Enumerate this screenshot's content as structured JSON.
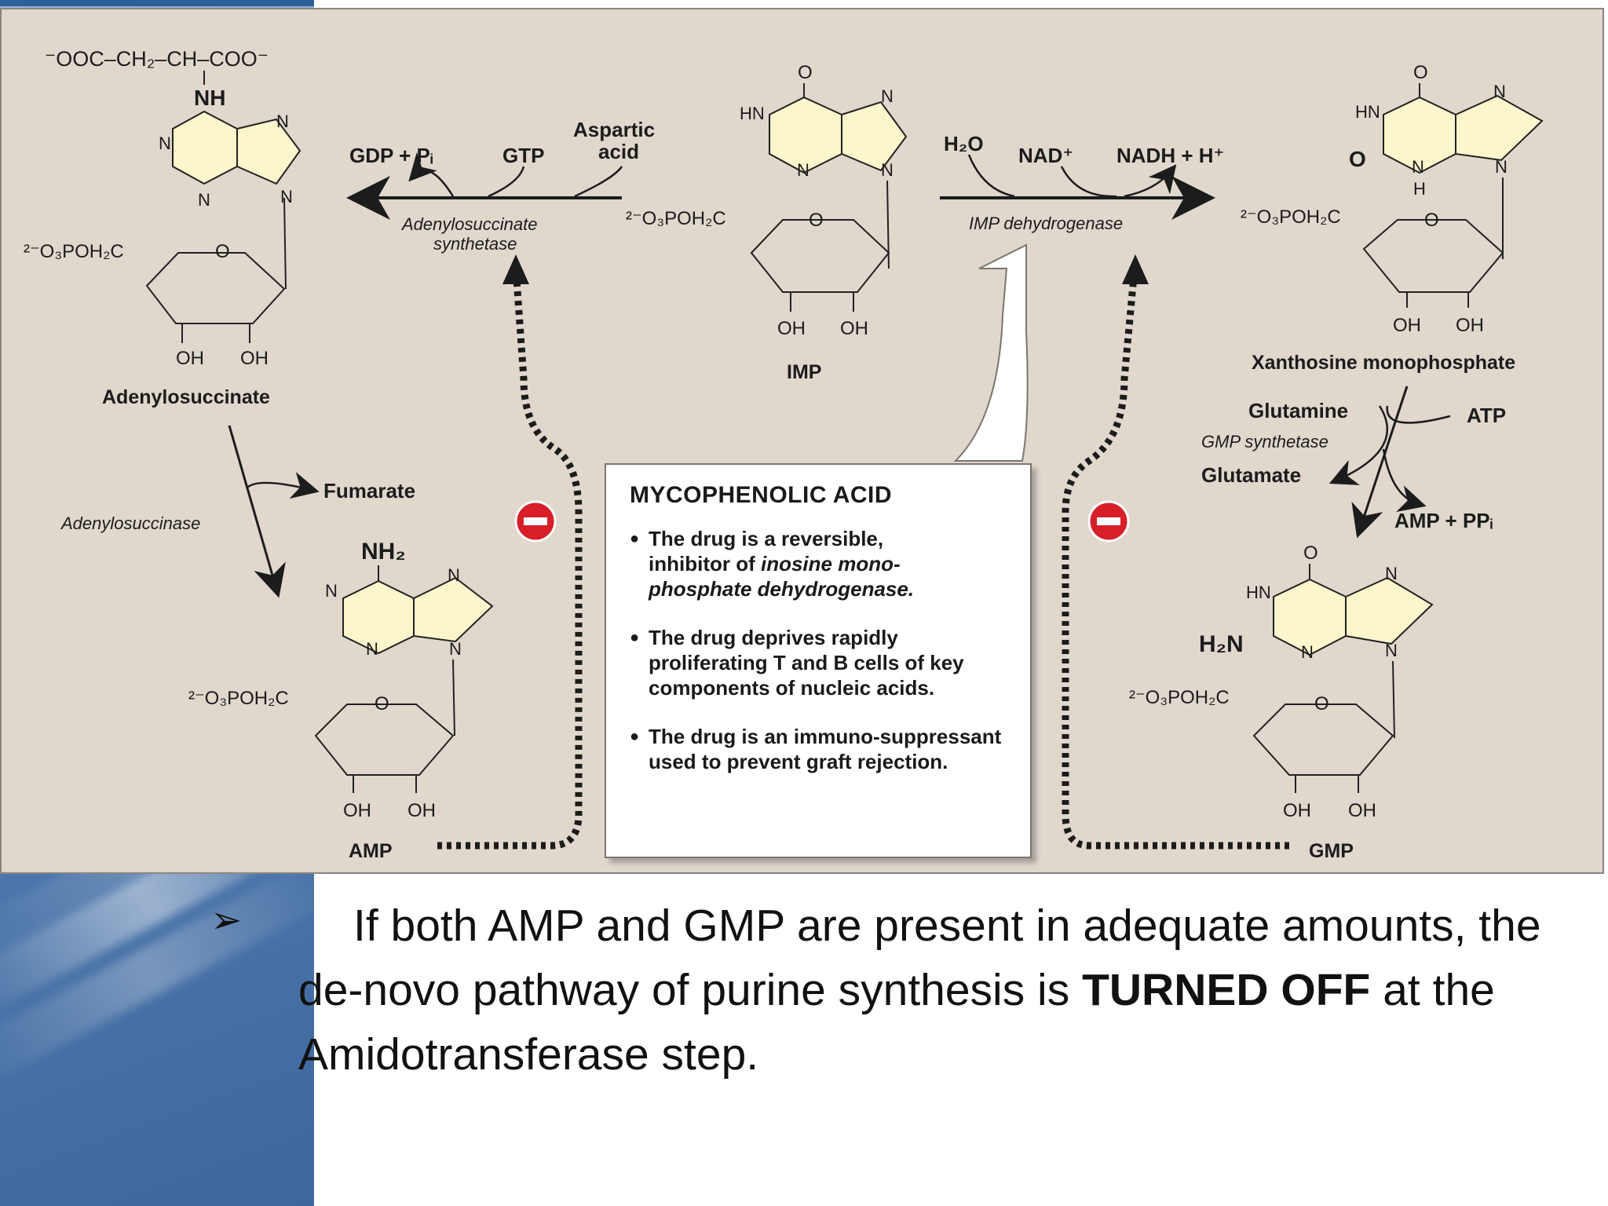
{
  "figure": {
    "adenylosuccinate": {
      "top_chain": "⁻OOC–CH₂–CH–COO⁻",
      "nh": "NH",
      "phosphate": "²⁻O₃POH₂C",
      "oh1": "OH",
      "oh2": "OH",
      "label": "Adenylosuccinate"
    },
    "synthetase_reaction": {
      "gdp_pi": "GDP + Pᵢ",
      "gtp": "GTP",
      "aspartic1": "Aspartic",
      "aspartic2": "acid",
      "enzyme1": "Adenylosuccinate",
      "enzyme2": "synthetase"
    },
    "imp": {
      "phosphate": "²⁻O₃POH₂C",
      "oh1": "OH",
      "oh2": "OH",
      "label": "IMP"
    },
    "dehydrogenase_reaction": {
      "h2o": "H₂O",
      "nad": "NAD⁺",
      "nadh": "NADH + H⁺",
      "enzyme": "IMP dehydrogenase"
    },
    "xmp": {
      "o_side": "O",
      "phosphate": "²⁻O₃POH₂C",
      "oh1": "OH",
      "oh2": "OH",
      "label": "Xanthosine monophosphate"
    },
    "gmp_synthetase": {
      "glutamine": "Glutamine",
      "enzyme": "GMP synthetase",
      "glutamate": "Glutamate",
      "atp": "ATP",
      "amp_ppi": "AMP + PPᵢ"
    },
    "adenylosuccinase": {
      "fumarate": "Fumarate",
      "enzyme": "Adenylosuccinase"
    },
    "amp": {
      "nh2": "NH₂",
      "phosphate": "²⁻O₃POH₂C",
      "oh1": "OH",
      "oh2": "OH",
      "label": "AMP"
    },
    "gmp": {
      "h2n": "H₂N",
      "phosphate": "²⁻O₃POH₂C",
      "oh1": "OH",
      "oh2": "OH",
      "label": "GMP"
    },
    "atoms": {
      "n": "N",
      "o": "O",
      "hn": "HN",
      "h": "H"
    }
  },
  "callout": {
    "title": "MYCOPHENOLIC ACID",
    "b1_a": "The drug is a reversible,",
    "b1_b": "inhibitor of ",
    "b1_c": "inosine mono-",
    "b1_d": "phosphate dehydrogenase.",
    "b2": "The drug deprives rapidly proliferating T and B cells of key components of nucleic acids.",
    "b3": "The drug is an immuno-suppressant used to prevent graft rejection."
  },
  "slide": {
    "bullet_symbol": "➢",
    "text_part1": "If both AMP and GMP are present in adequate amounts, the de-novo pathway of purine synthesis is",
    "text_bold": "TURNED OFF",
    "text_part2": "at the Amidotransferase step."
  },
  "colors": {
    "figure_bg": "#e0d7cd",
    "ring_fill": "#fbf6cc",
    "inhibit_red": "#d81e28",
    "side_panel": "#5a82b5"
  }
}
